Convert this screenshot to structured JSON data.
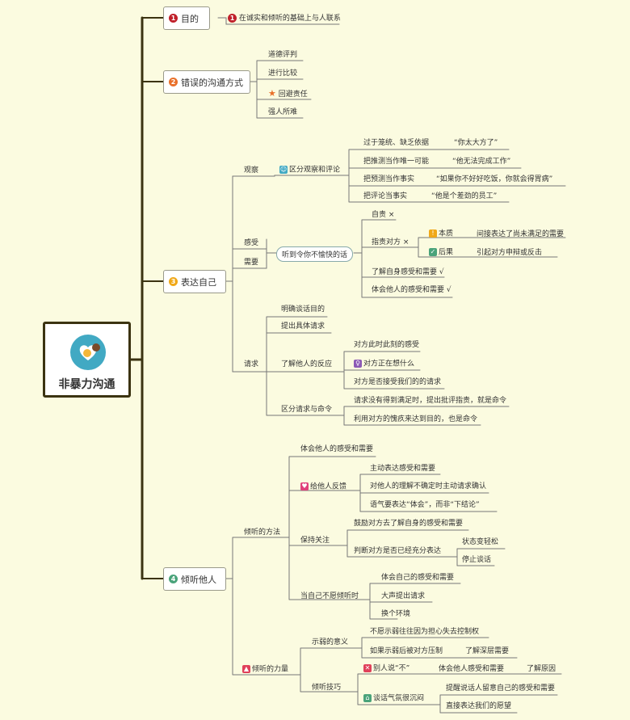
{
  "root": {
    "title": "非暴力沟通"
  },
  "b1": {
    "num": "1",
    "label": "目的",
    "child_num": "1",
    "child": "在诚实和倾听的基础上与人联系"
  },
  "b2": {
    "num": "2",
    "label": "错误的沟通方式",
    "items": [
      "道德评判",
      "进行比较",
      "回避责任",
      "强人所难"
    ]
  },
  "b3": {
    "num": "3",
    "label": "表达自己",
    "obs": "观察",
    "obs_node": "区分观察和评论",
    "obs_items": [
      "过于笼统、缺乏依据",
      "把推测当作唯一可能",
      "把预测当作事实",
      "把评论当事实"
    ],
    "obs_quotes": [
      "“你太大方了”",
      "“他无法完成工作”",
      "“如果你不好好吃饭，你就会得胃病”",
      "“他是个差劲的员工”"
    ],
    "feel": "感受",
    "need": "需要",
    "pill": "听到令你不愉快的话",
    "resp": [
      "自责 ×",
      "指责对方 ×",
      "了解自身感受和需要 √",
      "体会他人的感受和需要 √"
    ],
    "essence": "本质",
    "essence_desc": "间接表达了尚未满足的需要",
    "result": "后果",
    "result_desc": "引起对方申辩或反击",
    "req": "请求",
    "req_items": [
      "明确谈话目的",
      "提出具体请求",
      "了解他人的反应",
      "区分请求与命令"
    ],
    "react": [
      "对方此时此刻的感受",
      "对方正在想什么",
      "对方是否接受我们的的请求"
    ],
    "cmd": [
      "请求没有得到满足时，提出批评指责，就是命令",
      "利用对方的愧疚来达到目的，也是命令"
    ]
  },
  "b4": {
    "num": "4",
    "label": "倾听他人",
    "method": "倾听的方法",
    "power": "倾听的力量",
    "m1": "体会他人的感受和需要",
    "m2": "给他人反馈",
    "m2_items": [
      "主动表达感受和需要",
      "对他人的理解不确定时主动请求确认",
      "语气要表达“体会”，而非“下结论”"
    ],
    "m3": "保持关注",
    "m3_items": [
      "鼓励对方去了解自身的感受和需要",
      "判断对方是否已经充分表达"
    ],
    "m3_sub": [
      "状态变轻松",
      "停止谈话"
    ],
    "m4": "当自己不愿倾听时",
    "m4_items": [
      "体会自己的感受和需要",
      "大声提出请求",
      "换个环境"
    ],
    "p1": "示弱的意义",
    "p1_items": [
      "不愿示弱往往因为担心失去控制权",
      "如果示弱后被对方压制"
    ],
    "p1_sub": "了解深层需要",
    "p2": "倾听技巧",
    "p2_a": "别人说“不”",
    "p2_a1": "体会他人感受和需要",
    "p2_a2": "了解原因",
    "p2_b": "谈话气氛很沉闷",
    "p2_b_items": [
      "提醒说话人留意自己的感受和需要",
      "直接表达我们的愿望"
    ]
  },
  "colors": {
    "line": "#3b3311",
    "red": "#c0202a",
    "orange": "#e9702a",
    "yellow": "#f0a818",
    "green": "#4aa37a",
    "teal": "#41a9c3"
  }
}
